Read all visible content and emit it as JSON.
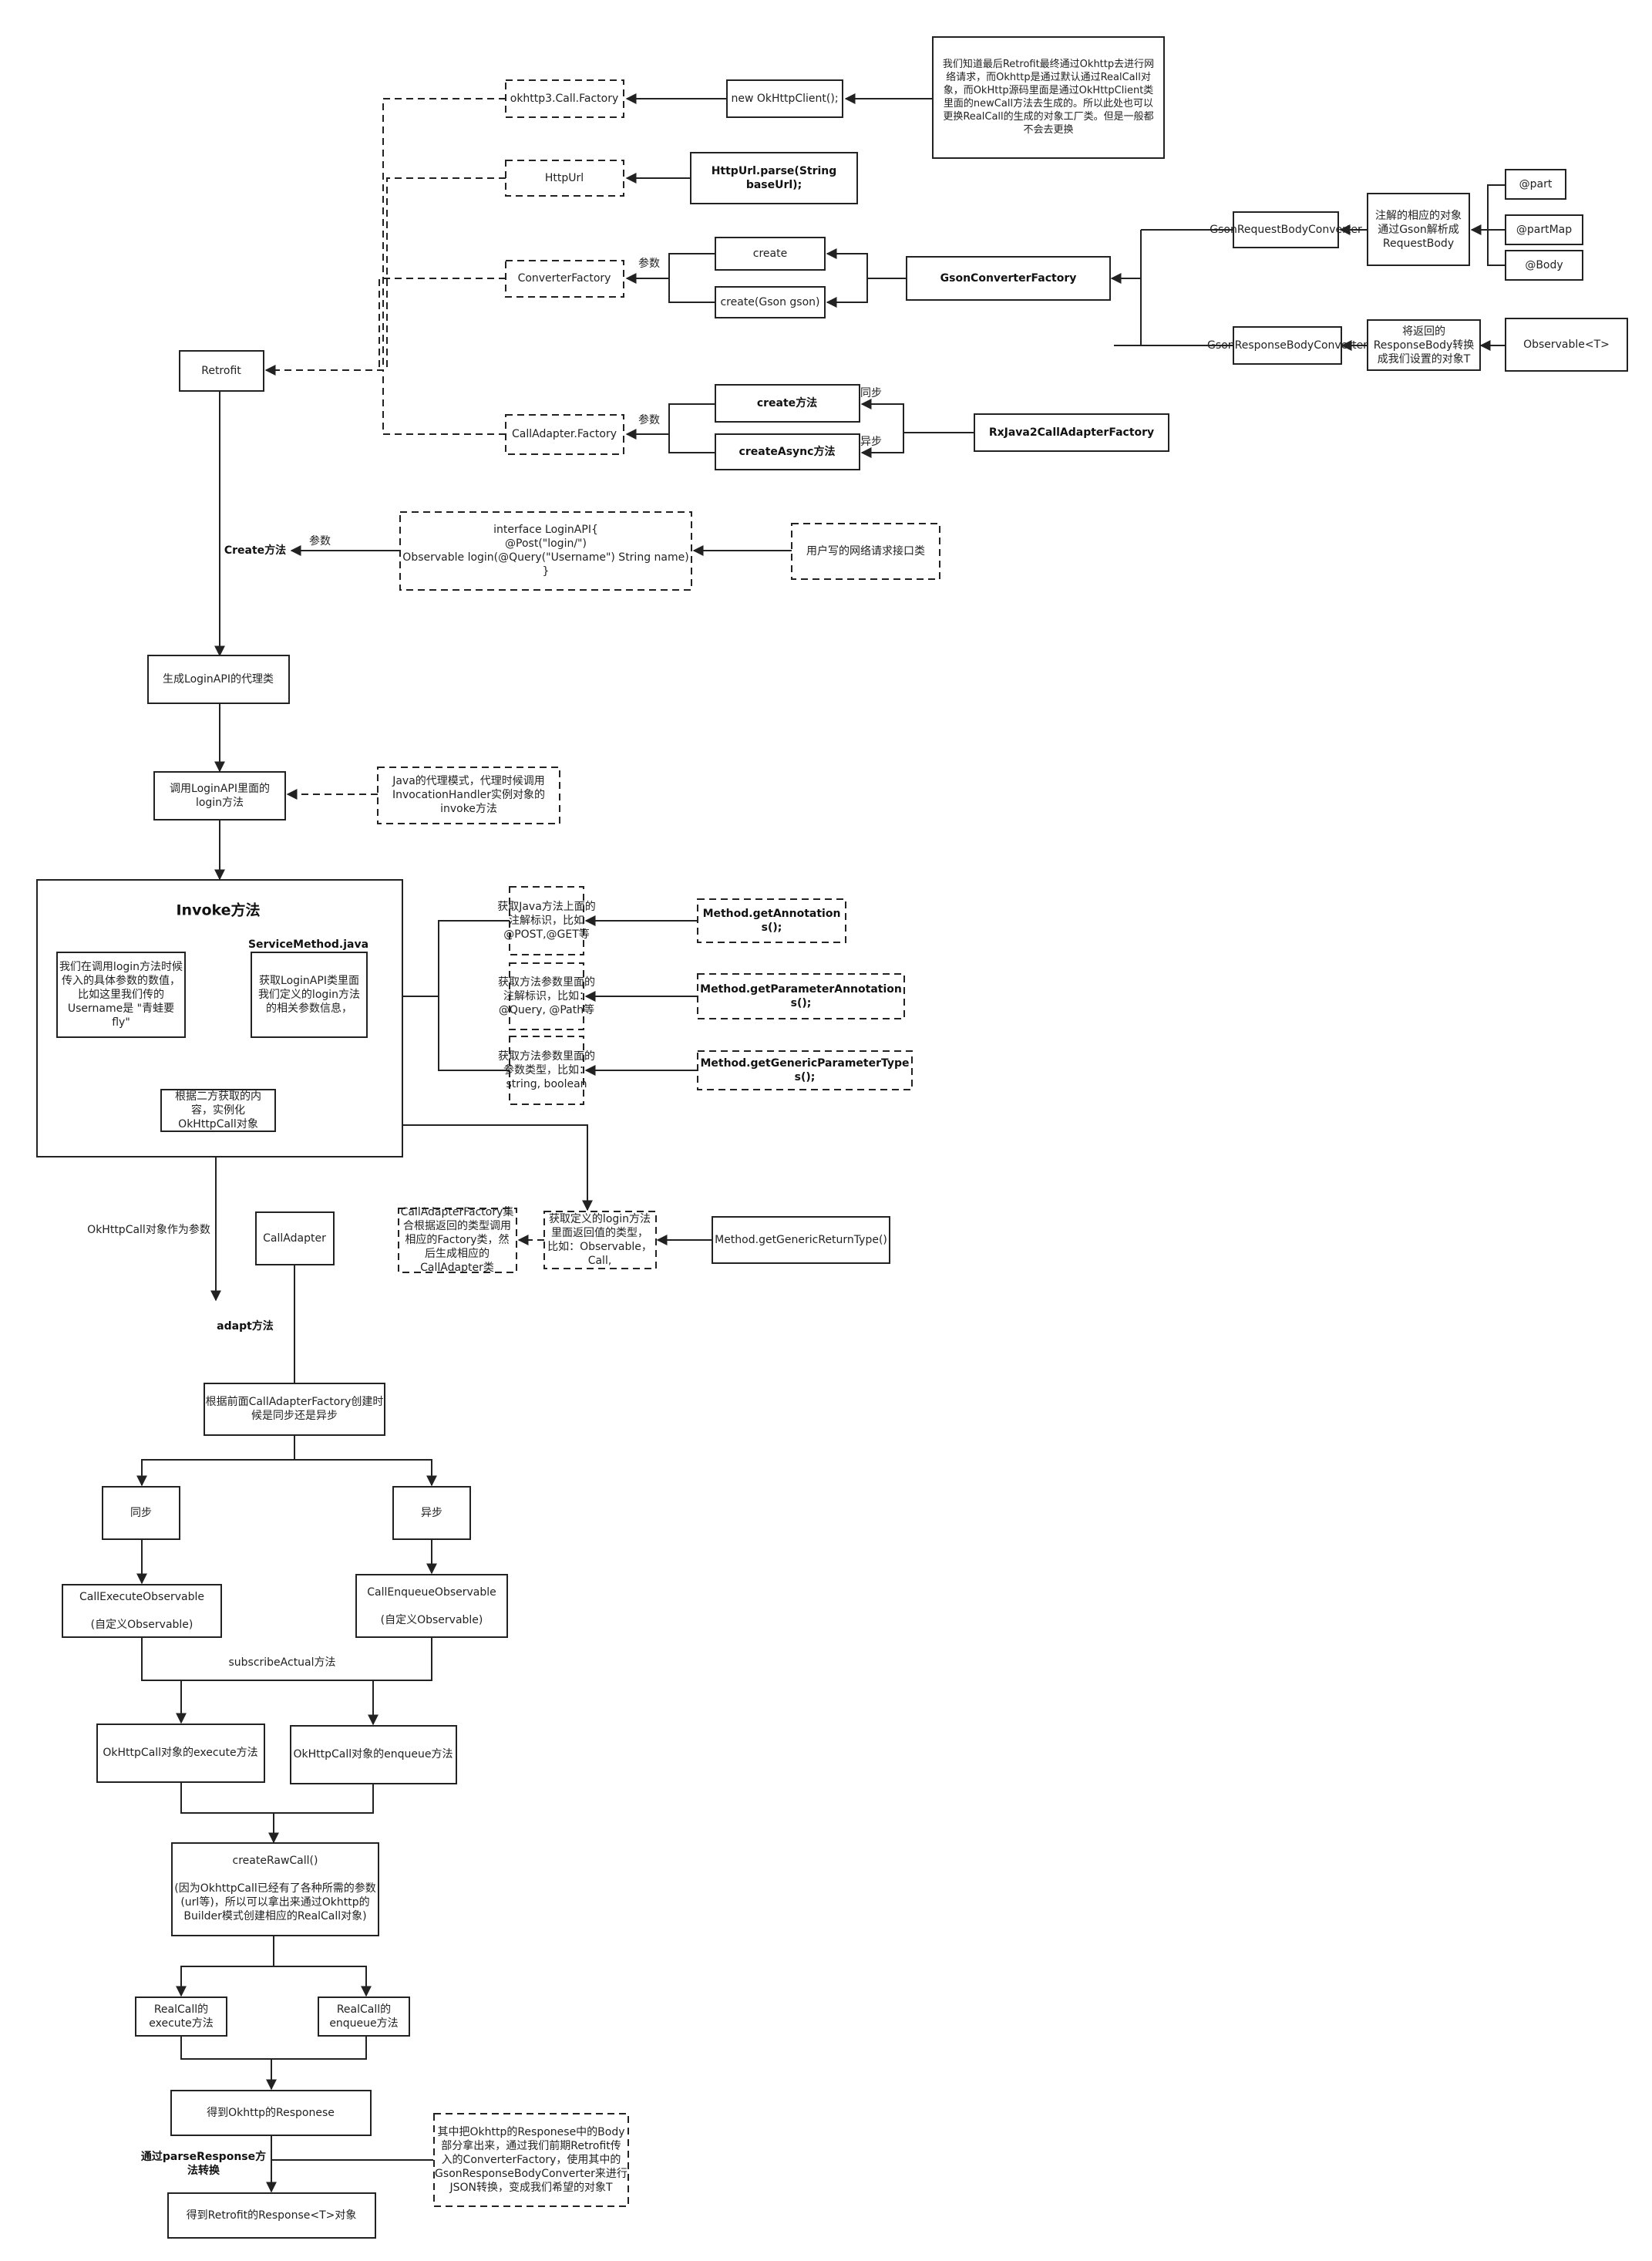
{
  "nodes": {
    "okhttp3_call_factory": [
      "okhttp3.Call.Factory"
    ],
    "new_okhttp_client": [
      "new OkHttpClient();"
    ],
    "okhttp_note": [
      "我们知道最后Retrofit最终通过Okhttp去进行网",
      "络请求，而Okhttp是通过默认通过RealCall对",
      "象，而OkHttp源码里面是通过OkHttpClient类",
      "里面的newCall方法去生成的。所以此处也可以",
      "更换RealCall的生成的对象工厂类。但是一般都",
      "不会去更换"
    ],
    "http_url": [
      "HttpUrl"
    ],
    "http_url_parse": [
      "HttpUrl.parse(String",
      "baseUrl);"
    ],
    "converter_factory": [
      "ConverterFactory"
    ],
    "create": [
      "create"
    ],
    "create_gson": [
      "create(Gson gson)"
    ],
    "gson_converter_factory": [
      "GsonConverterFactory"
    ],
    "gson_request_body_converter": [
      "GsonRequestBodyConverter"
    ],
    "gson_response_body_converter": [
      "GsonResponseBodyConverter"
    ],
    "request_note": [
      "注解的相应的对象",
      "通过Gson解析成",
      "RequestBody"
    ],
    "response_note": [
      "将返回的",
      "ResponseBody转换",
      "成我们设置的对象T"
    ],
    "part": [
      "@part"
    ],
    "part_map": [
      "@partMap"
    ],
    "body": [
      "@Body"
    ],
    "observable_t": [
      "Observable<T>"
    ],
    "retrofit": [
      "Retrofit"
    ],
    "call_adapter_factory": [
      "CallAdapter.Factory"
    ],
    "create_method": [
      "create方法"
    ],
    "create_async_method": [
      "createAsync方法"
    ],
    "rxjava2_factory": [
      "RxJava2CallAdapterFactory"
    ],
    "login_api_interface": [
      "interface LoginAPI{",
      "@Post(\"login/\")",
      "Observable login(@Query(\"Username\") String name)",
      "}"
    ],
    "user_api_note": [
      "用户写的网络请求接口类"
    ],
    "create_label": [
      "Create方法"
    ],
    "gen_proxy": [
      "生成LoginAPI的代理类"
    ],
    "call_login": [
      "调用LoginAPI里面的",
      "login方法"
    ],
    "proxy_note": [
      "Java的代理模式，代理时候调用",
      "InvocationHandler实例对象的",
      "invoke方法"
    ],
    "invoke_title": [
      "Invoke方法"
    ],
    "service_method_title": [
      "ServiceMethod.java"
    ],
    "params_note": [
      "我们在调用login方法时候",
      "传入的具体参数的数值，",
      "比如这里我们传的",
      "Username是 \"青蛙要",
      "fly\""
    ],
    "get_login_info": [
      "获取LoginAPI类里面",
      "我们定义的login方法",
      "的相关参数信息，"
    ],
    "instantiate_call": [
      "根据二方获取的内",
      "容，实例化",
      "OkHttpCall对象"
    ],
    "annot_java": [
      "获取Java方法上面的",
      "注解标识，比如",
      "@POST,@GET等"
    ],
    "annot_param": [
      "获取方法参数里面的",
      "注解标识，比如：",
      "@Query, @Path等"
    ],
    "param_type": [
      "获取方法参数里面的",
      "参数类型，比如：",
      "string, boolean"
    ],
    "get_annotations": [
      "Method.getAnnotation",
      "s();"
    ],
    "get_param_annotations": [
      "Method.getParameterAnnotation",
      "s();"
    ],
    "get_generic_param_types": [
      "Method.getGenericParameterType",
      "s();"
    ],
    "okhttpcall_as_param": [
      "OkHttpCall对象作为参数"
    ],
    "call_adapter": [
      "CallAdapter"
    ],
    "call_adapter_factory_note": [
      "CallAdapterFactory集",
      "合根据返回的类型调用",
      "相应的Factory类，然",
      "后生成相应的",
      "CallAdapter类"
    ],
    "return_type_note": [
      "获取定义的login方法",
      "里面返回值的类型，",
      "比如：Observable，",
      "Call,"
    ],
    "get_generic_return_type": [
      "Method.getGenericReturnType()"
    ],
    "adapt_method": [
      "adapt方法"
    ],
    "sync_or_async": [
      "根据前面CallAdapterFactory创建时",
      "候是同步还是异步"
    ],
    "sync": [
      "同步"
    ],
    "async": [
      "异步"
    ],
    "call_execute_observable": [
      "CallExecuteObservable",
      "",
      "(自定义Observable)"
    ],
    "call_enqueue_observable": [
      "CallEnqueueObservable",
      "",
      "(自定义Observable)"
    ],
    "subscribe_actual": [
      "subscribeActual方法"
    ],
    "okhttpcall_execute": [
      "OkHttpCall对象的execute方法"
    ],
    "okhttpcall_enqueue": [
      "OkHttpCall对象的enqueue方法"
    ],
    "create_raw_call": [
      "createRawCall()",
      "",
      "(因为OkhttpCall已经有了各种所需的参数",
      "(url等)，所以可以拿出来通过Okhttp的",
      "Builder模式创建相应的RealCall对象)"
    ],
    "realcall_execute": [
      "RealCall的",
      "execute方法"
    ],
    "realcall_enqueue": [
      "RealCall的",
      "enqueue方法"
    ],
    "get_okhttp_response": [
      "得到Okhttp的Responese"
    ],
    "parse_response": [
      "通过parseResponse方",
      "法转换"
    ],
    "body_note": [
      "其中把Okhttp的Responese中的Body",
      "部分拿出来，通过我们前期Retrofit传",
      "入的ConverterFactory，使用其中的",
      "GsonResponseBodyConverter来进行",
      "JSON转换，变成我们希望的对象T"
    ],
    "get_retrofit_response": [
      "得到Retrofit的Response<T>对象"
    ]
  },
  "edge_labels": {
    "param_1": "参数",
    "param_2": "参数",
    "param_3": "参数",
    "sync_label": "同步",
    "async_label": "异步"
  }
}
